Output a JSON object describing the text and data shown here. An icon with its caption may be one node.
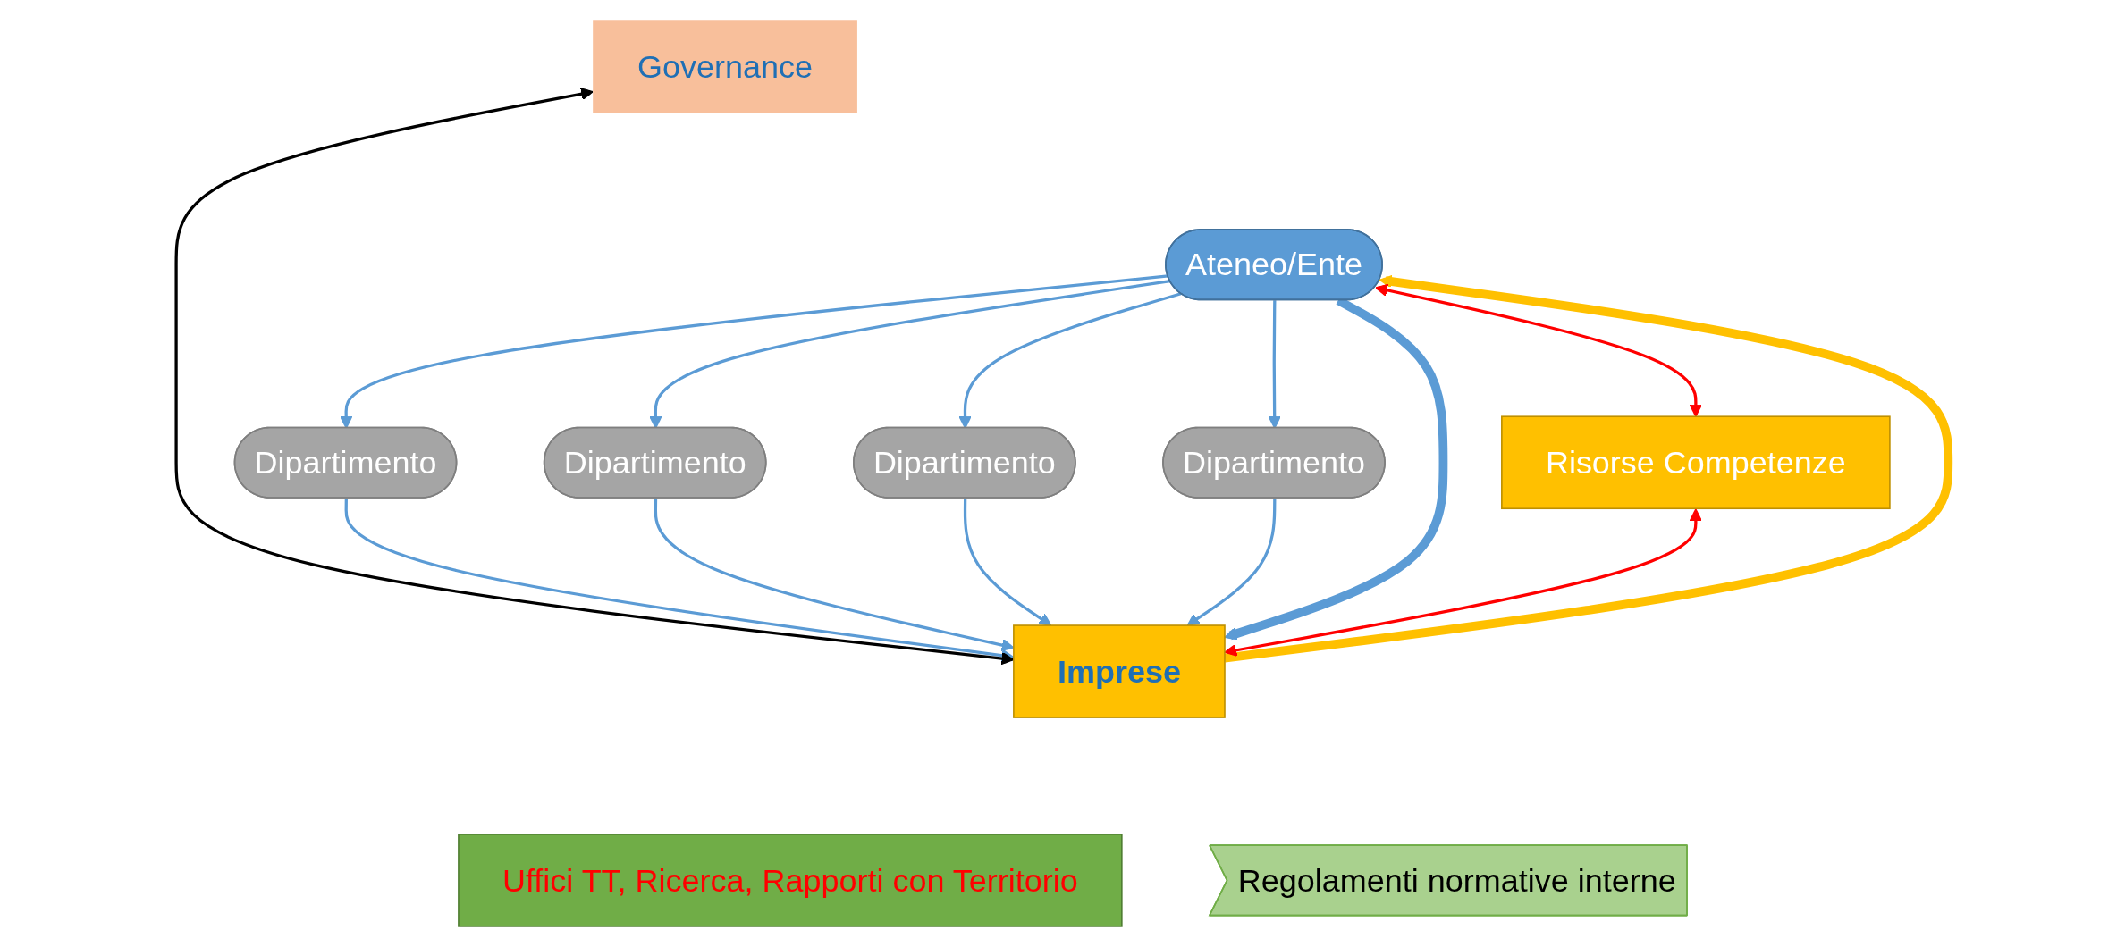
{
  "diagram": {
    "nodes": [
      {
        "text": [
          "Governance"
        ]
      },
      {
        "text": [
          "Ateneo/Ente"
        ]
      },
      {
        "text": [
          "Dipartimento"
        ]
      },
      {
        "text": [
          "Dipartimento"
        ]
      },
      {
        "text": [
          "Uffici TT, Ricerca, Rapporti con Territorio"
        ]
      },
      {
        "text": [
          "Dipartimento"
        ]
      },
      {
        "text": [
          "Dipartimento"
        ]
      },
      {
        "text": [
          "Risorse Competenze"
        ]
      },
      {
        "text": [
          "Regolamenti normative interne"
        ]
      },
      {
        "text": [
          "Imprese"
        ]
      }
    ],
    "edges": [
      {
        "from": 1,
        "to": 2,
        "arrow": "to"
      },
      {
        "from": 1,
        "to": 3,
        "arrow": "to"
      },
      {
        "from": 1,
        "to": 5,
        "arrow": "to"
      },
      {
        "from": 1,
        "to": 6,
        "arrow": "to"
      },
      {
        "from": 2,
        "to": 9,
        "arrow": "to"
      },
      {
        "from": 3,
        "to": 9,
        "arrow": "to"
      },
      {
        "from": 6,
        "to": 9,
        "arrow": "to"
      },
      {
        "from": 5,
        "to": 9,
        "arrow": "to"
      },
      {
        "from": 0,
        "to": 9,
        "arrow": "both",
        "color": "#000000"
      },
      {
        "from": 9,
        "to": 1,
        "arrow": "to",
        "style": "thick",
        "color": "#ffc000"
      },
      {
        "from": 1,
        "to": 9,
        "arrow": "to",
        "style": "thick"
      },
      {
        "from": 1,
        "to": 7,
        "arrow": "both",
        "color": "#ff0000"
      },
      {
        "from": 7,
        "to": 9,
        "arrow": "both",
        "color": "#ff0000"
      }
    ]
  }
}
